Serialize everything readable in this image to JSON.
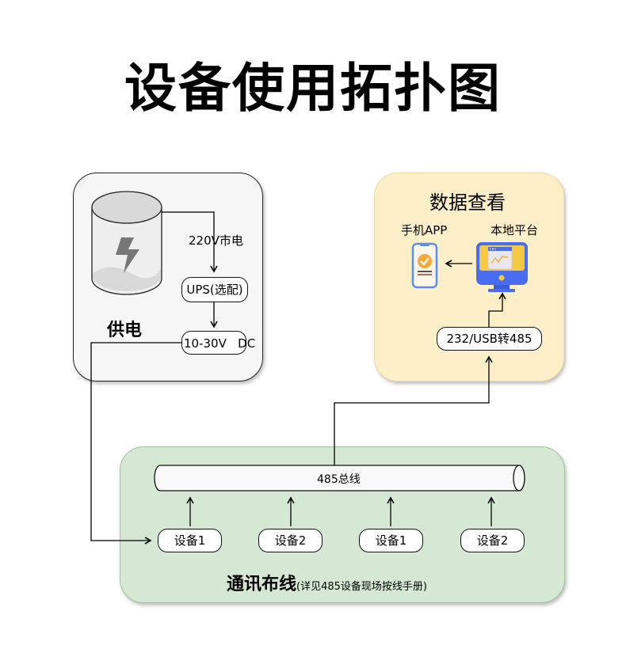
{
  "title": "设备使用拓扑图",
  "power": {
    "label": "供电",
    "mains_label": "220V市电",
    "ups_label": "UPS(选配)",
    "dc_label": "10-30V   DC",
    "icon": "lightning-cylinder-icon"
  },
  "data_view": {
    "label": "数据查看",
    "app_label": "手机APP",
    "platform_label": "本地平台",
    "converter_label": "232/USB转485",
    "app_icon": "smartphone-check-icon",
    "platform_icon": "monitor-chart-icon"
  },
  "comm": {
    "label": "通讯布线",
    "note": "(详见485设备现场按线手册)",
    "bus_label": "485总线",
    "devices": [
      {
        "label": "设备1"
      },
      {
        "label": "设备2"
      },
      {
        "label": "设备1"
      },
      {
        "label": "设备2"
      }
    ]
  },
  "colors": {
    "power_bg": "#f7f7f7",
    "data_bg": "#fdf0c8",
    "comm_bg": "#d5e8d4",
    "monitor_blue": "#4a6cf0",
    "accent_yellow": "#f5c842"
  }
}
